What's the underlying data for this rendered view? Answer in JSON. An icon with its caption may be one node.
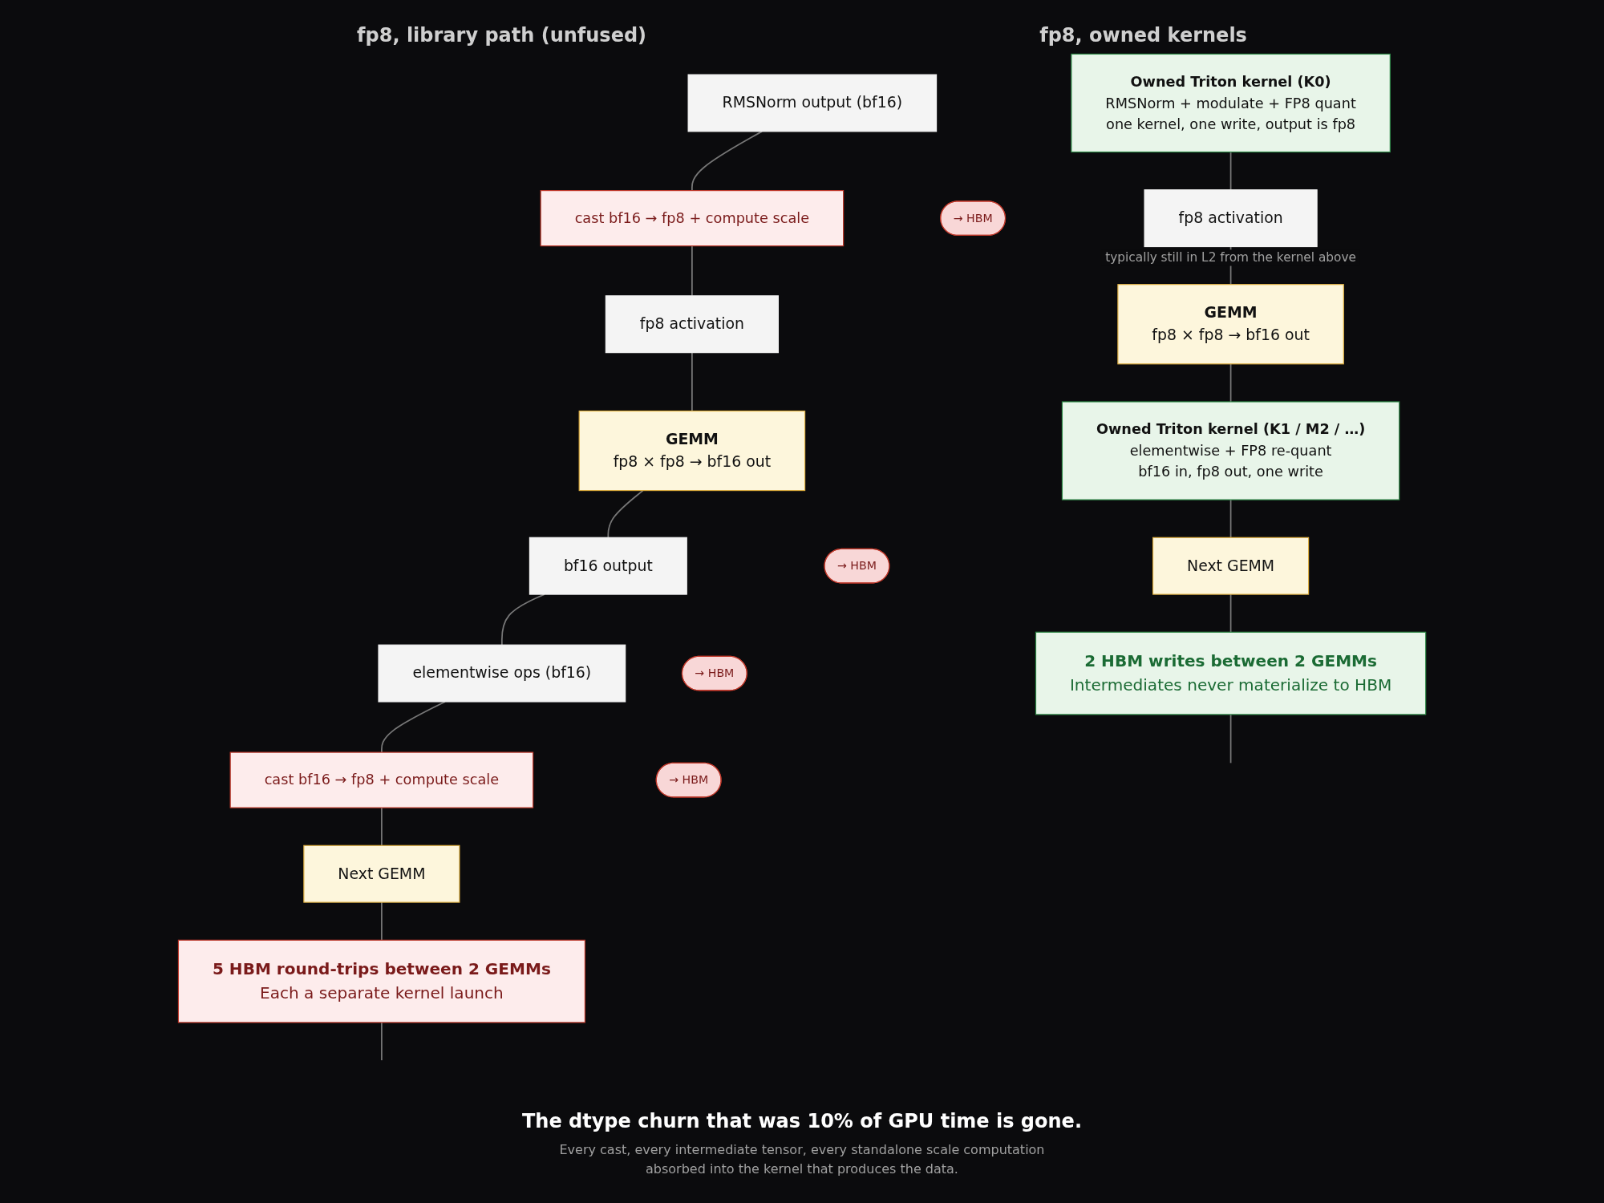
{
  "diagram": {
    "title": "The dtype churn that was 10% of GPU time is gone.",
    "caption": "Every cast, every intermediate tensor, every standalone scale computation absorbed into the kernel that produces the data.",
    "nodes": [
      {
        "text": [
          "RMSNorm output (bf16)"
        ]
      },
      {
        "text": [
          "cast bf16 → fp8 + compute scale"
        ]
      },
      {
        "text": [
          "→ HBM"
        ]
      },
      {
        "text": [
          "fp8 activation"
        ]
      },
      {
        "text": [
          "GEMM",
          "fp8 × fp8 → bf16 out"
        ]
      },
      {
        "text": [
          "bf16 output"
        ]
      },
      {
        "text": [
          "→ HBM"
        ]
      },
      {
        "text": [
          "elementwise ops (bf16)"
        ]
      },
      {
        "text": [
          "→ HBM"
        ]
      },
      {
        "text": [
          "cast bf16 → fp8 + compute scale"
        ]
      },
      {
        "text": [
          "→ HBM"
        ]
      },
      {
        "text": [
          "Next GEMM"
        ]
      },
      {
        "text": [
          "5 HBM round-trips between 2 GEMMs",
          "Each a separate kernel launch"
        ]
      },
      {
        "text": [
          "Owned Triton kernel (K0)",
          "RMSNorm + modulate + FP8 quant",
          "one kernel, one write, output is fp8"
        ]
      },
      {
        "text": [
          "fp8 activation"
        ],
        "beside": [
          "typically still in L2 from the kernel above"
        ]
      },
      {
        "text": [
          "GEMM",
          "fp8 × fp8 → bf16 out"
        ]
      },
      {
        "text": [
          "Owned Triton kernel (K1 / M2 / …)",
          "elementwise + FP8 re-quant",
          "bf16 in, fp8 out, one write"
        ]
      },
      {
        "text": [
          "Next GEMM"
        ]
      },
      {
        "text": [
          "2 HBM writes between 2 GEMMs",
          "Intermediates never materialize to HBM"
        ]
      }
    ],
    "edges": [
      {
        "from": 0,
        "to": 1,
        "arrow": "none"
      },
      {
        "from": 1,
        "to": 3,
        "arrow": "none"
      },
      {
        "from": 3,
        "to": 4,
        "arrow": "none"
      },
      {
        "from": 4,
        "to": 5,
        "arrow": "none"
      },
      {
        "from": 5,
        "to": 7,
        "arrow": "none"
      },
      {
        "from": 7,
        "to": 9,
        "arrow": "none"
      },
      {
        "from": 9,
        "to": 11,
        "arrow": "none"
      },
      {
        "from": 11,
        "to": 12,
        "arrow": "none"
      },
      {
        "from": 12,
        "to": null,
        "arrow": "none"
      },
      {
        "from": 13,
        "to": 14,
        "arrow": "none"
      },
      {
        "from": 14,
        "to": 15,
        "arrow": "none"
      },
      {
        "from": 15,
        "to": 16,
        "arrow": "none"
      },
      {
        "from": 16,
        "to": 17,
        "arrow": "none"
      },
      {
        "from": 17,
        "to": 18,
        "arrow": "none"
      },
      {
        "from": 18,
        "to": null,
        "arrow": "none"
      }
    ],
    "labels": [
      "fp8, library path (unfused)",
      "fp8, owned kernels"
    ]
  }
}
